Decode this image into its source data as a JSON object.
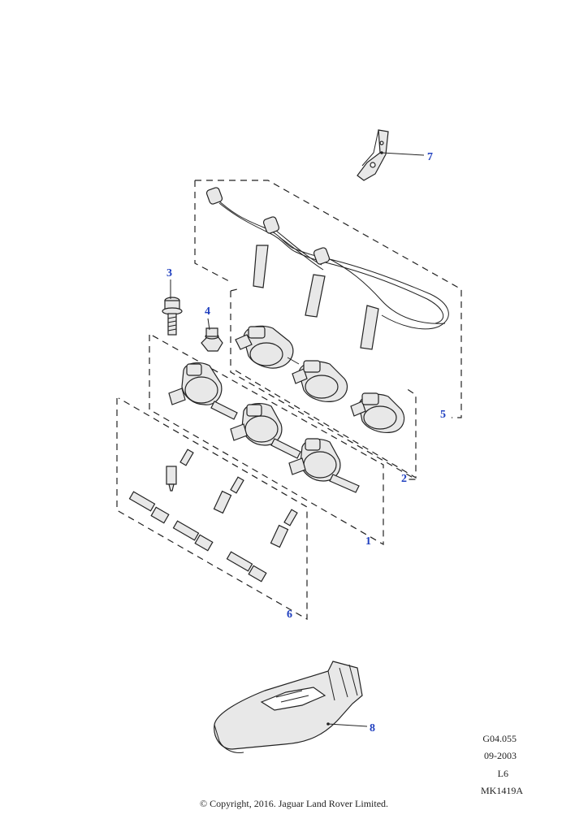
{
  "callouts": {
    "c1": "1",
    "c2": "2",
    "c3": "3",
    "c4": "4",
    "c5": "5",
    "c6": "6",
    "c7": "7",
    "c8": "8"
  },
  "meta": {
    "ref": "G04.055",
    "date": "09-2003",
    "engine": "L6",
    "code": "MK1419A"
  },
  "copyright": "© Copyright, 2016. Jaguar Land Rover Limited.",
  "colors": {
    "callout": "#1f3fbf",
    "ink": "#222222"
  }
}
